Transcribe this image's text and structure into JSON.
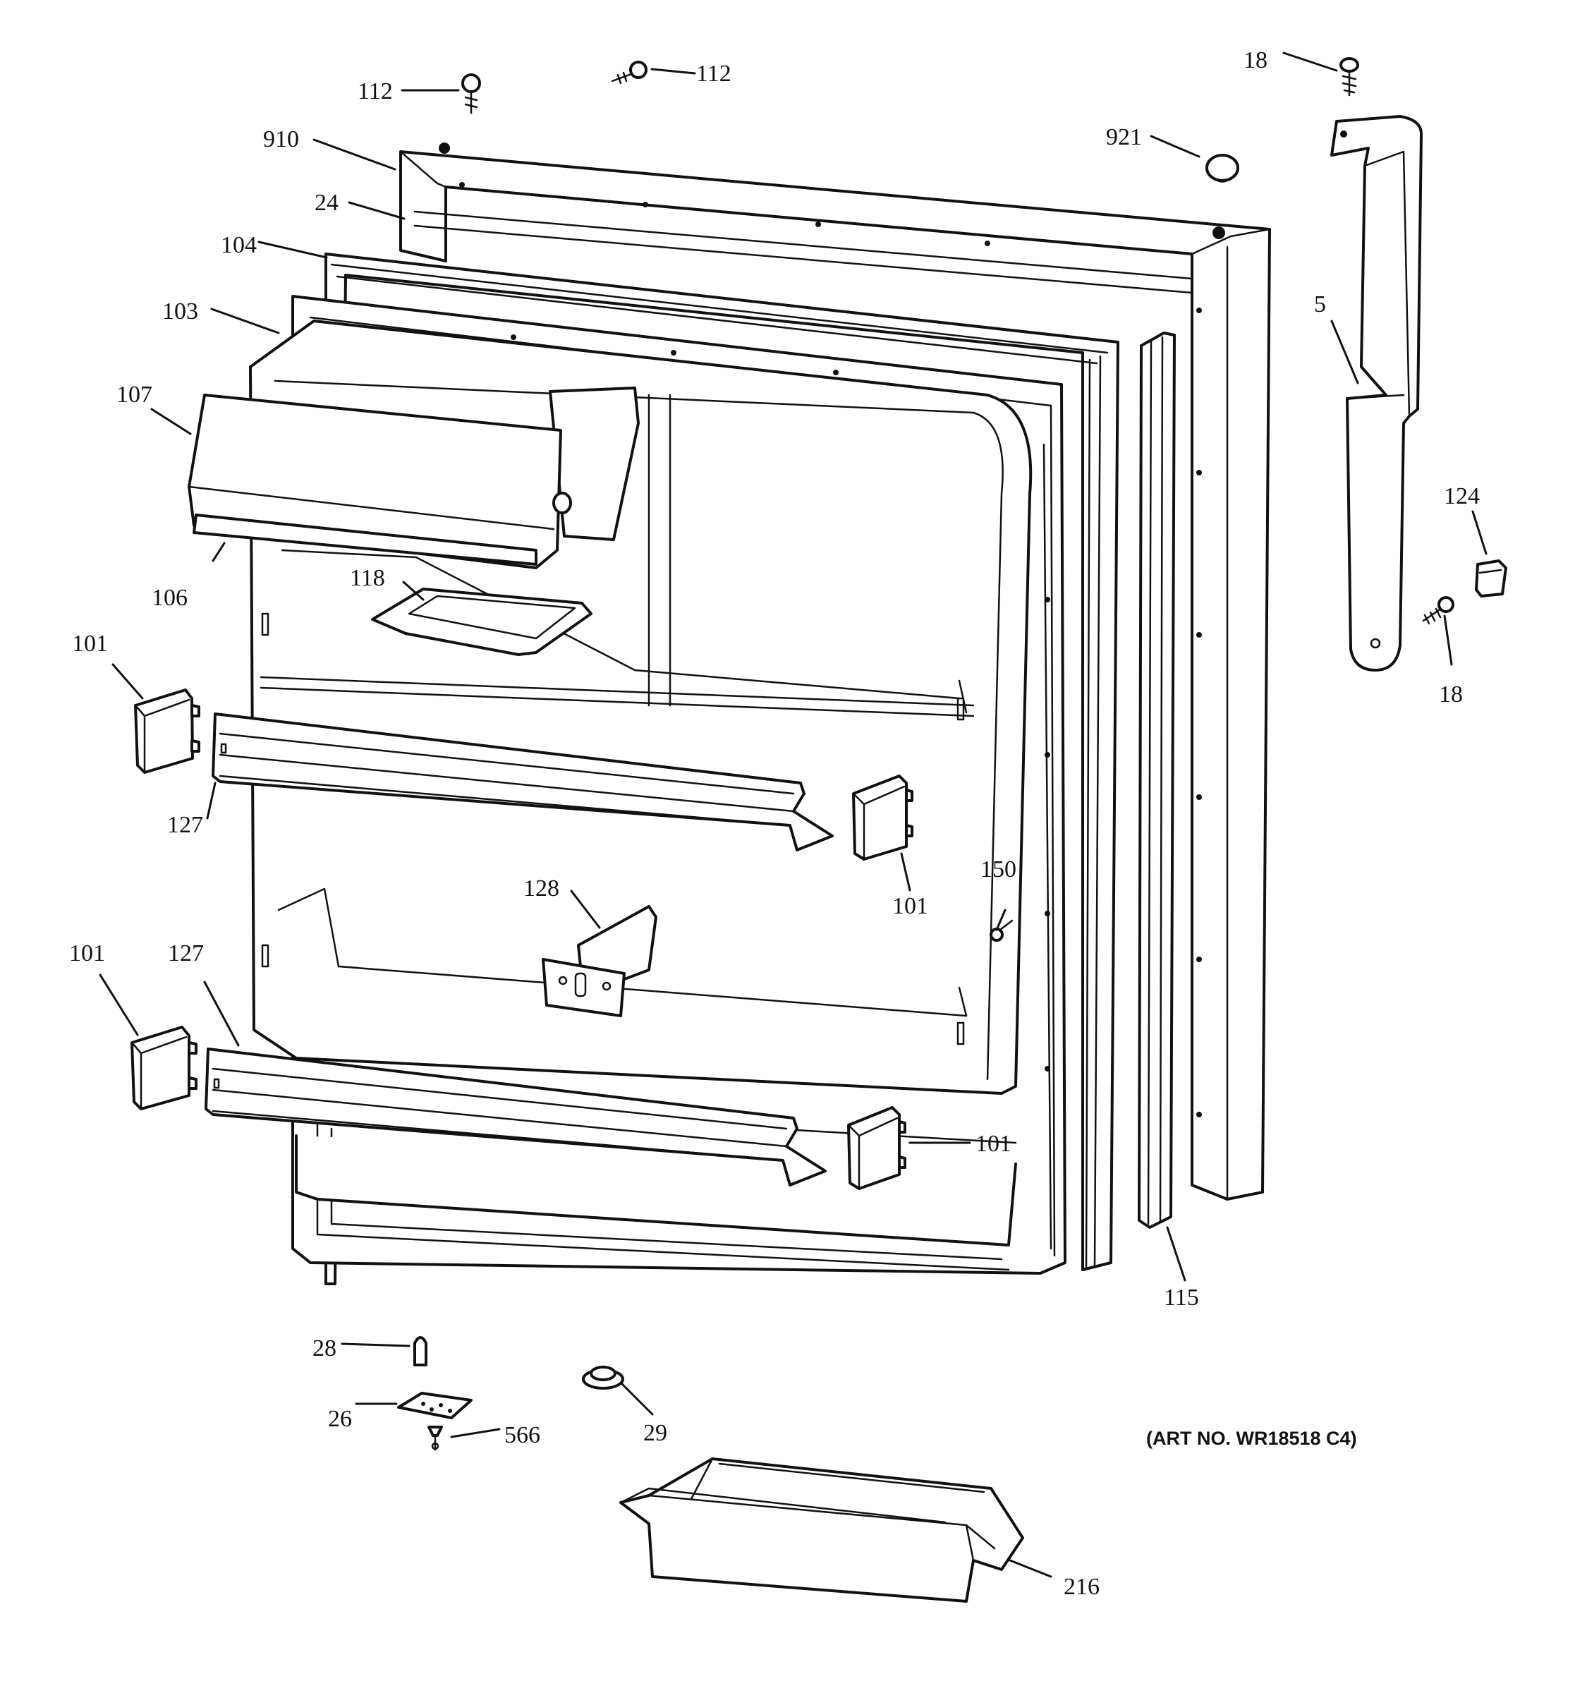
{
  "art_number": "(ART NO. WR18518 C4)",
  "callouts": {
    "c112a": "112",
    "c112b": "112",
    "c18a": "18",
    "c910": "910",
    "c921": "921",
    "c24": "24",
    "c104": "104",
    "c103": "103",
    "c5": "5",
    "c107": "107",
    "c124": "124",
    "c106": "106",
    "c118": "118",
    "c18b": "18",
    "c101a": "101",
    "c127a": "127",
    "c128": "128",
    "c150": "150",
    "c101b": "101",
    "c101c": "101",
    "c127b": "127",
    "c101d": "101",
    "c115": "115",
    "c28": "28",
    "c26": "26",
    "c566": "566",
    "c29": "29",
    "c216": "216"
  }
}
